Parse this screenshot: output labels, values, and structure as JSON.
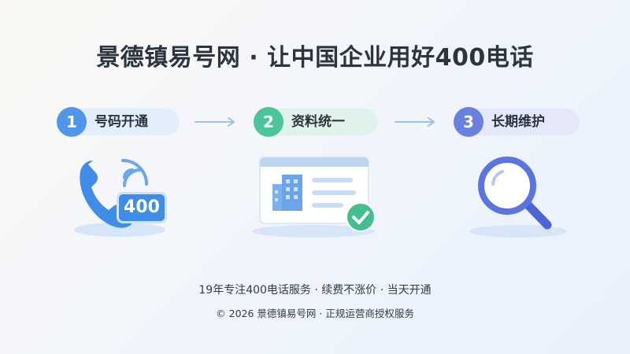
{
  "title": "景德镇易号网 · 让中国企业用好400电话",
  "steps": [
    {
      "num": "1",
      "label": "号码开通",
      "color": "#4d96ea",
      "pill_bg": "#e3eefb"
    },
    {
      "num": "2",
      "label": "资料统一",
      "color": "#4cc59a",
      "pill_bg": "#dff3ea"
    },
    {
      "num": "3",
      "label": "长期维护",
      "color": "#6b7fe0",
      "pill_bg": "#e5e8f8"
    }
  ],
  "phone_badge": "400",
  "footer": {
    "line1": "19年专注400电话服务 · 续费不涨价 · 当天开通",
    "line2": "© 2026 景德镇易号网 · 正规运营商授权服务"
  },
  "icons": [
    "arrow-right-icon",
    "phone-icon",
    "signal-icon",
    "building-icon",
    "check-icon",
    "magnifier-icon"
  ]
}
